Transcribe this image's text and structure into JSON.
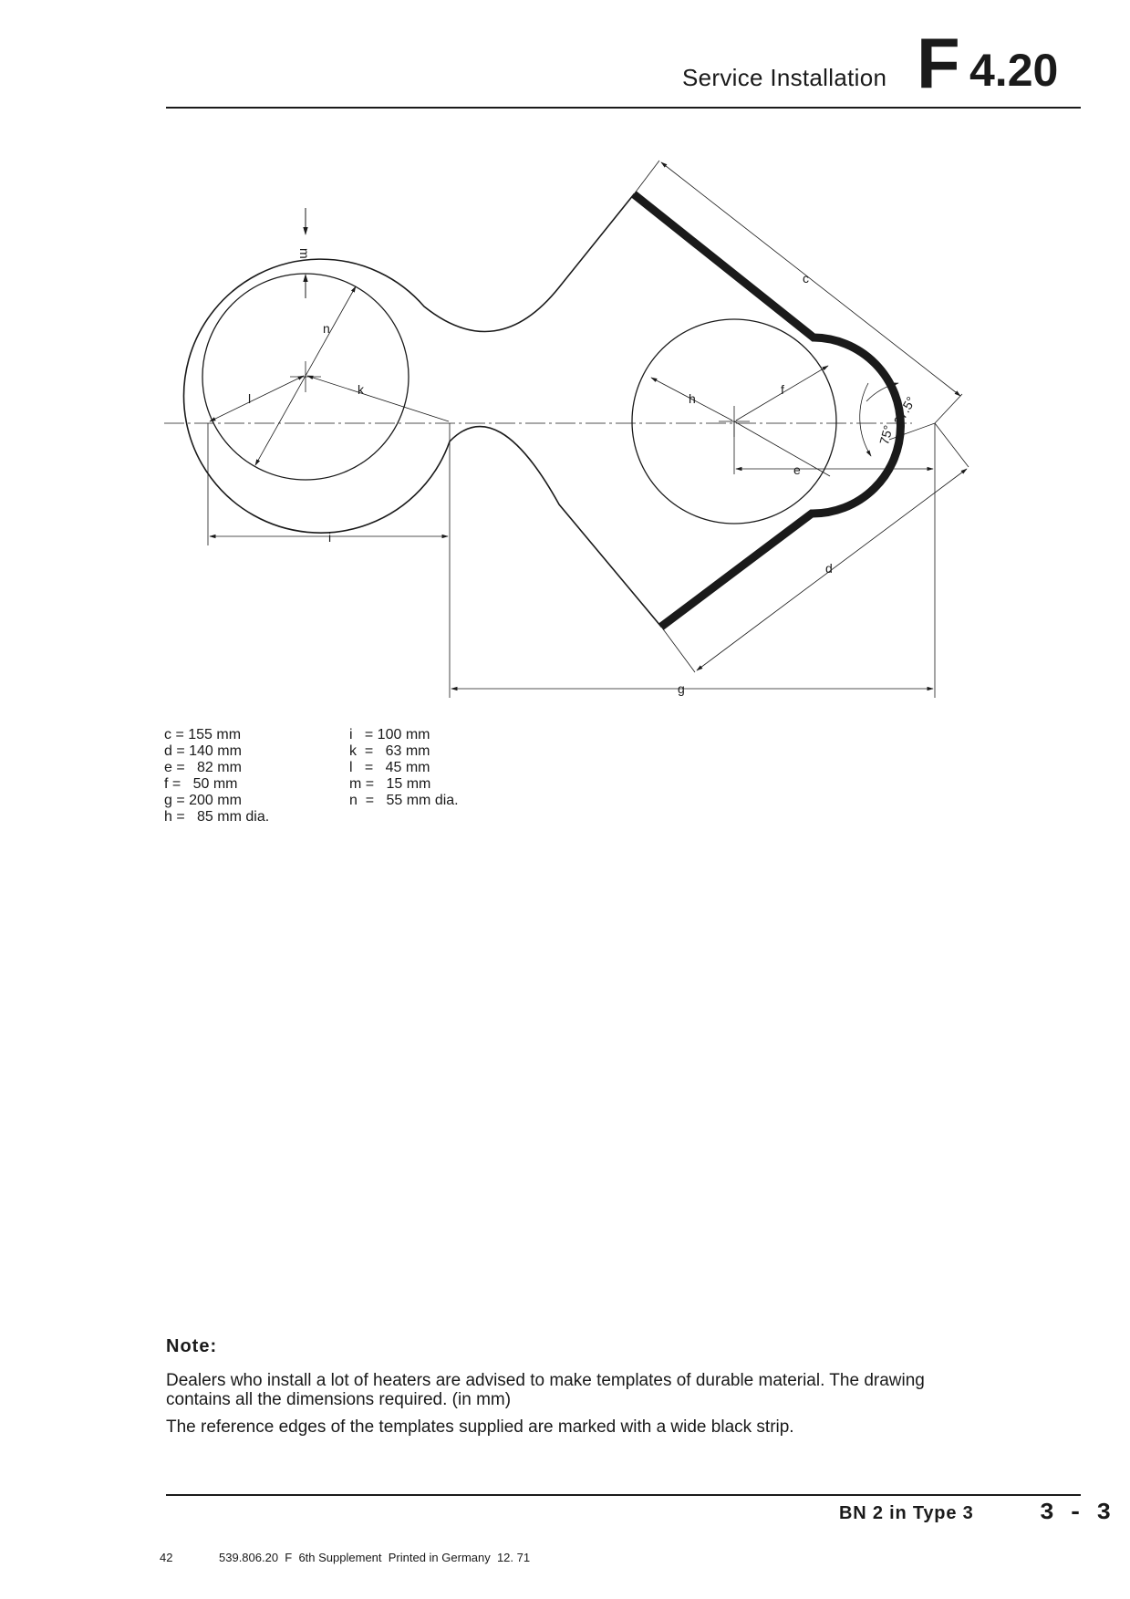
{
  "header": {
    "section_title": "Service Installation",
    "section_letter": "F",
    "section_code": "4.20"
  },
  "drawing_labels": {
    "c": "c",
    "d": "d",
    "e": "e",
    "f": "f",
    "g": "g",
    "h": "h",
    "i": "i",
    "k": "k",
    "l": "l",
    "m": "m",
    "n": "n",
    "angle_75": "75°",
    "angle_37_5": "37.5°"
  },
  "dimensions_left": [
    "c = 155 mm",
    "d = 140 mm",
    "e =   82 mm",
    "f =   50 mm",
    "g = 200 mm",
    "h =   85 mm dia."
  ],
  "dimensions_right": [
    "i   = 100 mm",
    "k  =   63 mm",
    "l   =   45 mm",
    "m =   15 mm",
    "n  =   55 mm dia."
  ],
  "note": {
    "heading": "Note:",
    "paragraph1": "Dealers who install a lot of heaters are advised to make templates of durable material. The drawing contains all the dimensions required. (in mm)",
    "paragraph2": "The reference edges of the templates supplied are marked with a wide black strip."
  },
  "footer": {
    "model": "BN 2 in Type 3",
    "page": "3 - 3",
    "sheet_no": "42",
    "print_line": "539.806.20  F  6th Supplement  Printed in Germany  12. 71"
  }
}
